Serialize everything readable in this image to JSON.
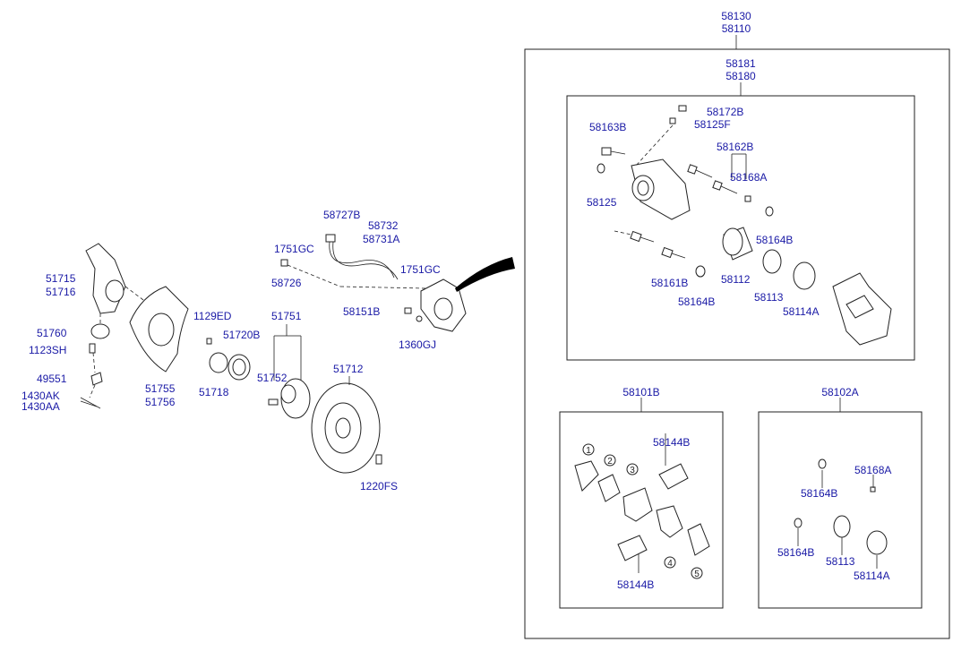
{
  "labels": {
    "p58130": "58130",
    "p58110": "58110",
    "p58181": "58181",
    "p58180": "58180",
    "p58172B": "58172B",
    "p58125F": "58125F",
    "p58163B": "58163B",
    "p58162B": "58162B",
    "p58168A_1": "58168A",
    "p58125": "58125",
    "p58164B_1": "58164B",
    "p58161B": "58161B",
    "p58112": "58112",
    "p58113_1": "58113",
    "p58164B_2": "58164B",
    "p58114A_1": "58114A",
    "p58101B": "58101B",
    "p58102A": "58102A",
    "p58144B_1": "58144B",
    "p58144B_2": "58144B",
    "p58168A_2": "58168A",
    "p58164B_3": "58164B",
    "p58164B_4": "58164B",
    "p58113_2": "58113",
    "p58114A_2": "58114A",
    "p51715": "51715",
    "p51716": "51716",
    "p51760": "51760",
    "p1123SH": "1123SH",
    "p49551": "49551",
    "p1430AK": "1430AK",
    "p1430AA": "1430AA",
    "p51755": "51755",
    "p51756": "51756",
    "p1129ED": "1129ED",
    "p51720B": "51720B",
    "p51718": "51718",
    "p51751": "51751",
    "p51752": "51752",
    "p51712": "51712",
    "p1220FS": "1220FS",
    "p58727B": "58727B",
    "p58732": "58732",
    "p58731A": "58731A",
    "p1751GC_1": "1751GC",
    "p58726": "58726",
    "p1751GC_2": "1751GC",
    "p58151B": "58151B",
    "p1360GJ": "1360GJ"
  },
  "pad_callouts": [
    "1",
    "2",
    "3",
    "4",
    "5"
  ]
}
